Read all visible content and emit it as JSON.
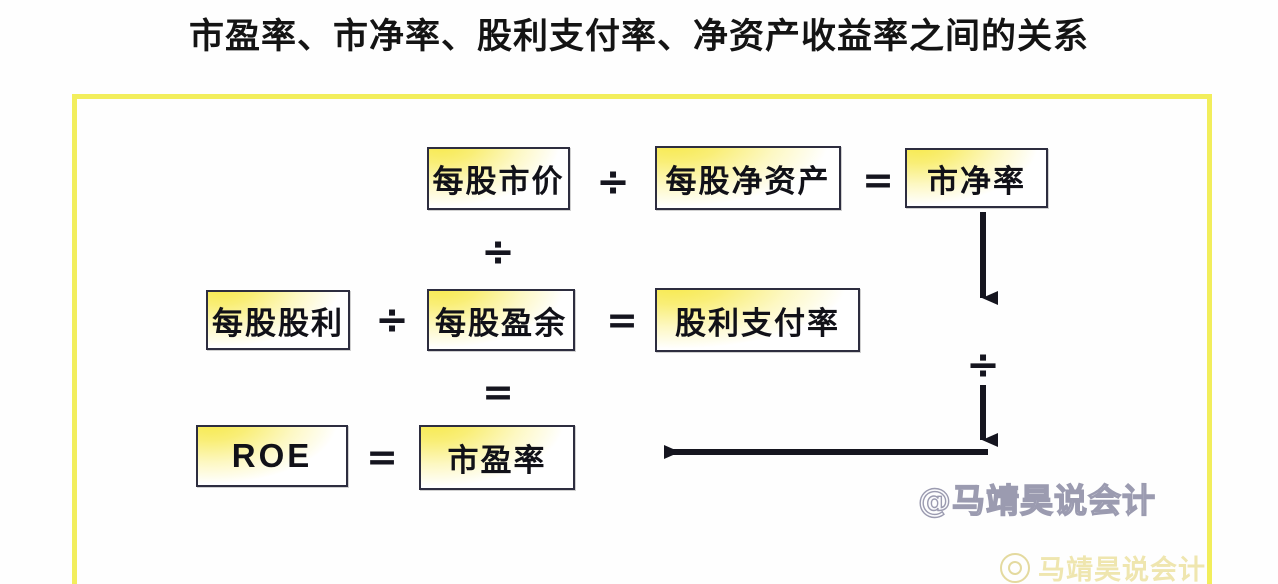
{
  "page": {
    "title": "市盈率、市净率、股利支付率、净资产收益率之间的关系",
    "frame_color": "#f2ee5c",
    "box_border_color": "#2d2d3f",
    "box_highlight_color": "#f7e94a"
  },
  "rows": {
    "row1": {
      "term1": "每股市价",
      "operator1": "÷",
      "term2": "每股净资产",
      "operator2": "=",
      "result": "市净率"
    },
    "row2": {
      "term1": "每股股利",
      "operator1": "÷",
      "term2": "每股盈余",
      "operator2": "=",
      "result": "股利支付率"
    },
    "row3": {
      "term1": "ROE",
      "operator1": "=",
      "result": "市盈率"
    }
  },
  "column_operators": {
    "divide_between_row1_row2": "÷",
    "equals_between_row2_row3": "="
  },
  "right_chain": {
    "divide_operator": "÷"
  },
  "arrows": {
    "down_upper": "arrow-down",
    "down_lower": "arrow-down",
    "left_horizontal": "arrow-left"
  },
  "watermarks": {
    "main": "@马靖昊说会计",
    "footer": "马靖昊说会计",
    "footer_logo": "weibo-logo"
  }
}
